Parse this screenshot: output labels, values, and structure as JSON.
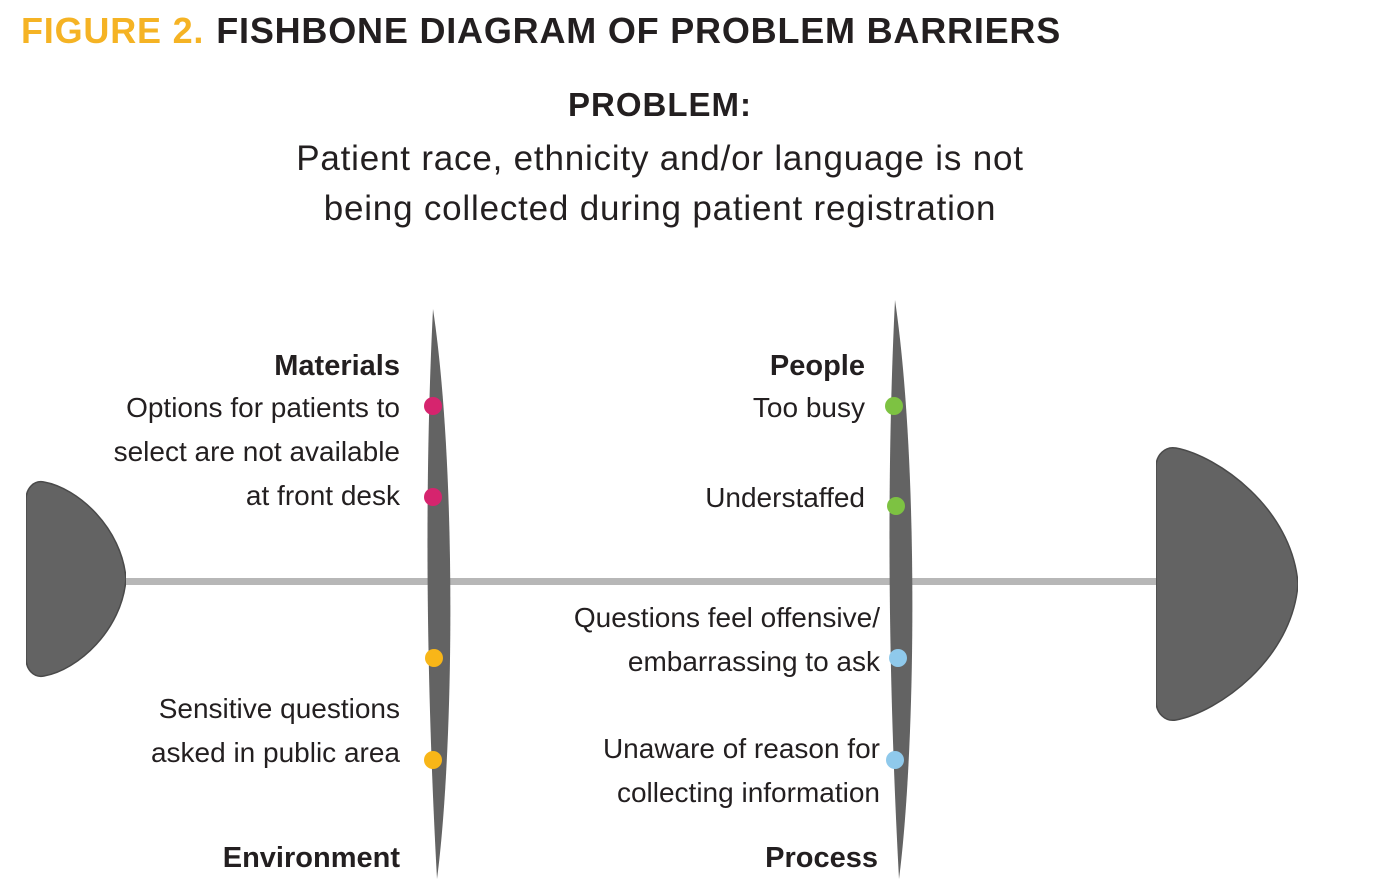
{
  "figure": {
    "label": "FIGURE 2.",
    "title": "FISHBONE DIAGRAM OF PROBLEM BARRIERS"
  },
  "problem": {
    "heading": "PROBLEM:",
    "lines": [
      "Patient race, ethnicity and/or language is not",
      "being collected during patient registration"
    ]
  },
  "categories": {
    "materials": {
      "label": "Materials",
      "items": [
        {
          "lines": [
            "Options for patients to",
            "select are not available",
            "at front desk"
          ]
        }
      ]
    },
    "people": {
      "label": "People",
      "items": [
        {
          "lines": [
            "Too busy"
          ]
        },
        {
          "lines": [
            "Understaffed"
          ]
        }
      ]
    },
    "environment": {
      "label": "Environment",
      "items": [
        {
          "lines": [
            "Sensitive questions",
            "asked in public area"
          ]
        }
      ]
    },
    "process": {
      "label": "Process",
      "items": [
        {
          "lines": [
            "Questions feel offensive/",
            "embarrassing to ask"
          ]
        },
        {
          "lines": [
            "Unaware of reason for",
            "collecting information"
          ]
        }
      ]
    }
  },
  "colors": {
    "figure_label": "#F5B324",
    "text": "#231F20",
    "fish_gray": "#636363",
    "spine_gray": "#B7B7B7",
    "materials_dot": "#D6246E",
    "people_dot": "#7DC242",
    "environment_dot": "#F8B618",
    "process_dot": "#8FC9EB"
  }
}
